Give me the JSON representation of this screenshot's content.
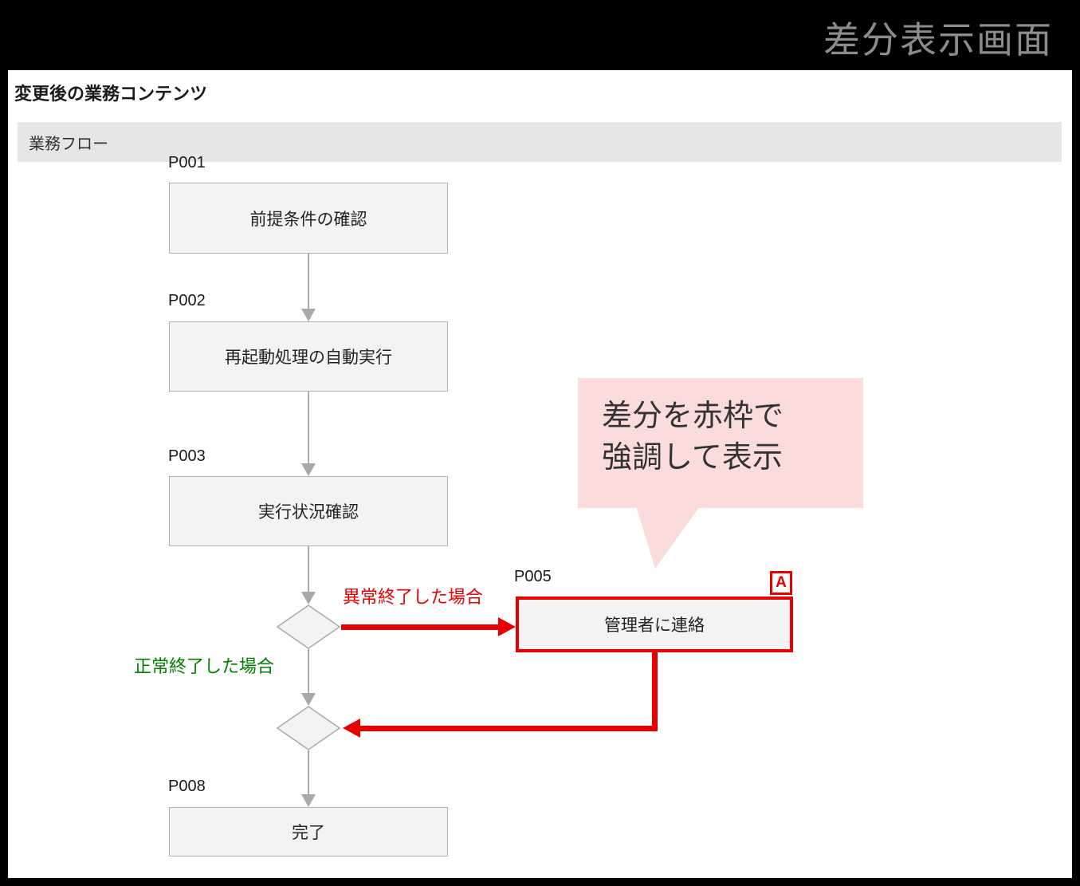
{
  "header": {
    "screen_title": "差分表示画面"
  },
  "page": {
    "title": "変更後の業務コンテンツ",
    "section_label": "業務フロー"
  },
  "flow": {
    "nodes": [
      {
        "id": "P001",
        "label": "前提条件の確認"
      },
      {
        "id": "P002",
        "label": "再起動処理の自動実行"
      },
      {
        "id": "P003",
        "label": "実行状況確認"
      },
      {
        "id": "P005",
        "label": "管理者に連絡",
        "badge": "A",
        "highlighted": true
      },
      {
        "id": "P008",
        "label": "完了"
      }
    ],
    "branch_labels": {
      "abnormal": "異常終了した場合",
      "normal": "正常終了した場合"
    }
  },
  "callout": {
    "line1": "差分を赤枠で",
    "line2": "強調して表示"
  },
  "colors": {
    "highlight_red": "#e60000",
    "normal_green": "#008000",
    "callout_pink": "#fadcda",
    "arrow_gray": "#a9a9a9",
    "box_fill": "#f3f3f3",
    "section_bar_gray": "#e6e6e6"
  }
}
